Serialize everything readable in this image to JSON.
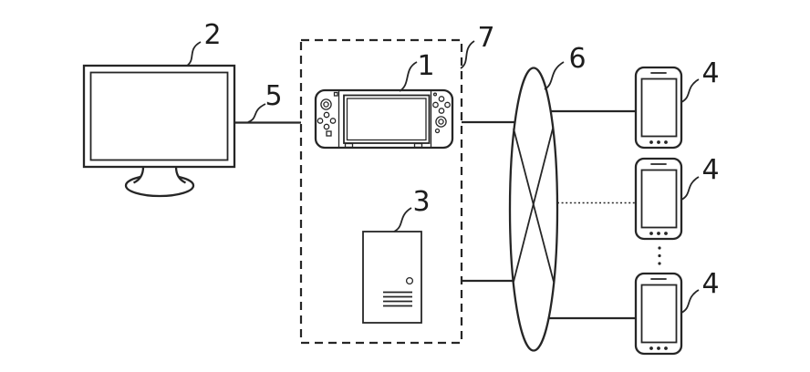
{
  "figure": {
    "background_color": "#ffffff",
    "line_color": "#262626",
    "components": {
      "monitor": "display-monitor",
      "console": "portable-game-console",
      "server": "server-tower",
      "network": "network-ellipse",
      "phone_top": "smartphone",
      "phone_middle": "smartphone",
      "phone_bottom": "smartphone",
      "boundary": "dashed-system-boundary",
      "cable": "monitor-cable",
      "continuation_dots": "vertical-ellipsis"
    },
    "labels": {
      "console": "1",
      "monitor": "2",
      "server": "3",
      "phone_top": "4",
      "phone_middle": "4",
      "phone_bottom": "4",
      "cable": "5",
      "network": "6",
      "boundary": "7"
    }
  }
}
